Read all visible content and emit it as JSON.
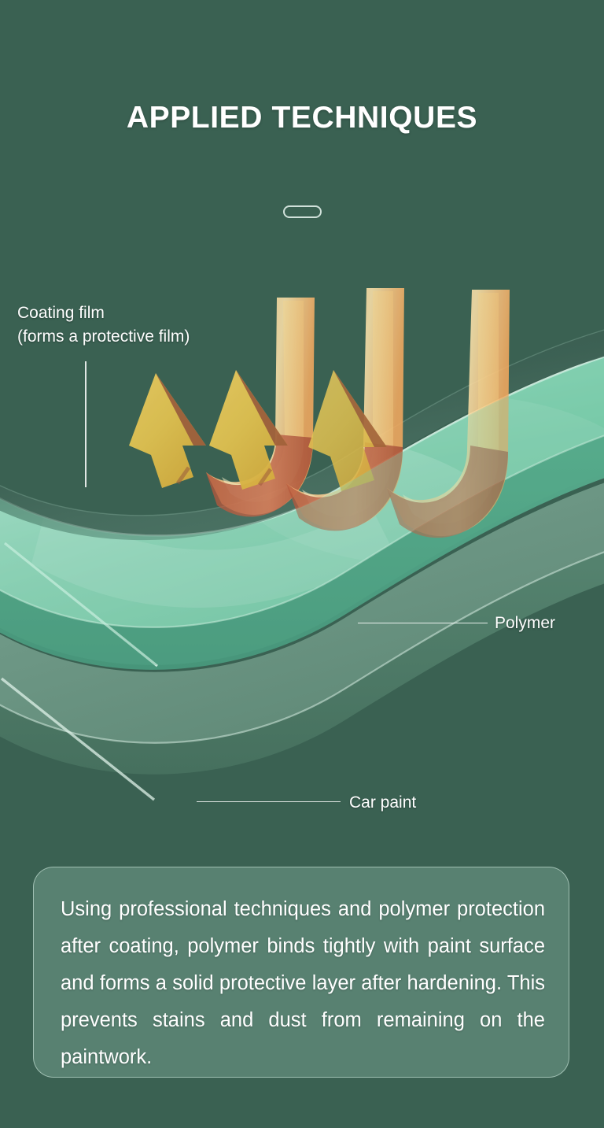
{
  "page": {
    "title": "APPLIED TECHNIQUES",
    "background_color": "#3a6152"
  },
  "divider": {
    "shape": "pill-outline"
  },
  "diagram": {
    "type": "layered-cross-section",
    "layers": [
      {
        "id": "coating-film",
        "label": "Coating film",
        "sublabel": "(forms a protective film)",
        "color": "#4c6c60"
      },
      {
        "id": "polymer",
        "label": "Polymer",
        "color": "#7ecfae"
      },
      {
        "id": "car-paint",
        "label": "Car paint",
        "color": "#6c9685"
      }
    ],
    "arrows": {
      "count": 3,
      "shape": "u-turn",
      "ribbon_color": "#f8bd7c",
      "ribbon_highlight": "#fdf2c0",
      "arrowhead_color": "#e0c04f",
      "arrowhead_edge_color": "#9c5a3a",
      "direction": "down-curve-up-left"
    }
  },
  "labels": {
    "coating_film_line1": "Coating film",
    "coating_film_line2": "(forms a protective film)",
    "polymer": "Polymer",
    "car_paint": "Car paint"
  },
  "description": {
    "body": "Using professional techniques and polymer protection after coating, polymer binds tightly with paint surface and forms a solid protective layer after hardening. This prevents stains and dust from remaining on the paintwork."
  },
  "colors": {
    "background": "#3a6152",
    "polymer_mint": "#7ecfae",
    "car_paint_sage": "#6c9685",
    "accent_orange": "#f8bd7c",
    "accent_gold": "#e0c04f",
    "text_white": "#ffffff",
    "box_fill": "rgba(160,205,185,0.30)"
  }
}
